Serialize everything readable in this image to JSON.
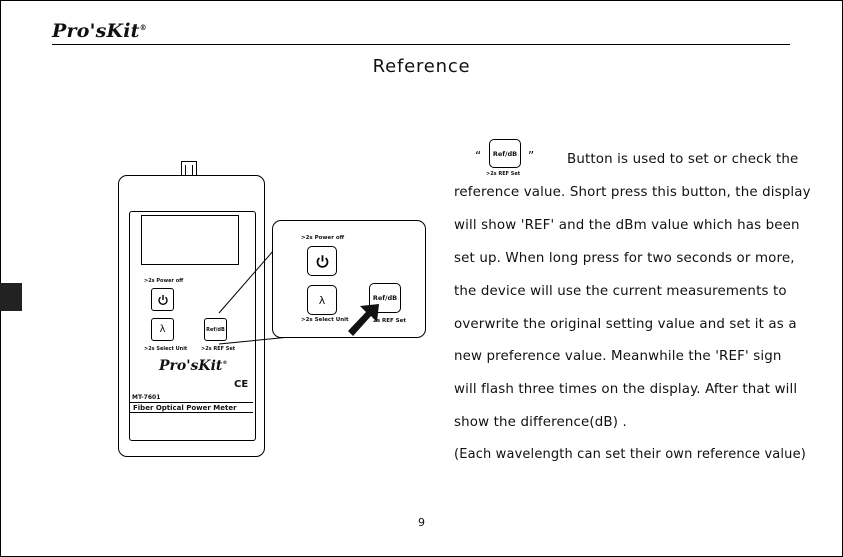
{
  "header": {
    "brand": "Pro'sKit",
    "brand_mark": "®"
  },
  "title": "Reference",
  "device": {
    "power_label": ">2s Power off",
    "power_icon": "power-icon",
    "lambda_symbol": "λ",
    "ref_button_label": "Ref/dB",
    "select_unit_label": ">2s Select Unit",
    "ref_set_label": ">2s REF Set",
    "brand": "Pro'sKit",
    "brand_mark": "®",
    "ce_mark": "CE",
    "model": "MT-7601",
    "product_name": "Fiber Optical Power Meter"
  },
  "zoom": {
    "power_label": ">2s Power off",
    "lambda_symbol": "λ",
    "ref_button_label": "Ref/dB",
    "select_unit_label": ">2s Select Unit",
    "ref_set_label": "2s REF Set"
  },
  "body": {
    "open_quote": "“",
    "close_quote": "”",
    "inline_button_label": "Ref/dB",
    "inline_button_sub": ">2s REF Set",
    "lines": [
      "Button is used to set or check the",
      "reference value. Short press this button, the display",
      "will show 'REF' and the dBm value which has been",
      "set up. When long press for two seconds or more,",
      "the device will use the current measurements to",
      "overwrite the original setting value and set it as a",
      "new preference value. Meanwhile the 'REF' sign",
      "will flash three times on the display. After that will",
      "show the difference(dB) .",
      "(Each wavelength can set their own reference value)"
    ]
  },
  "page_number": "9"
}
